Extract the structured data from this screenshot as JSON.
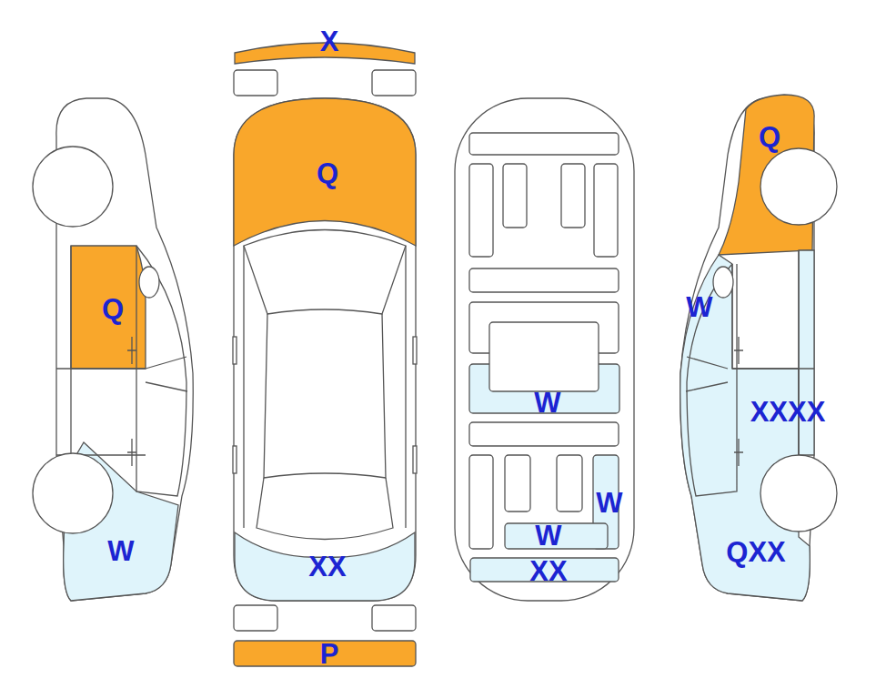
{
  "diagram": {
    "labels": [
      "X",
      "Q",
      "Q",
      "W",
      "XX",
      "W",
      "W",
      "W",
      "XX",
      "P",
      "Q",
      "W",
      "XXXX",
      "QXX"
    ]
  }
}
